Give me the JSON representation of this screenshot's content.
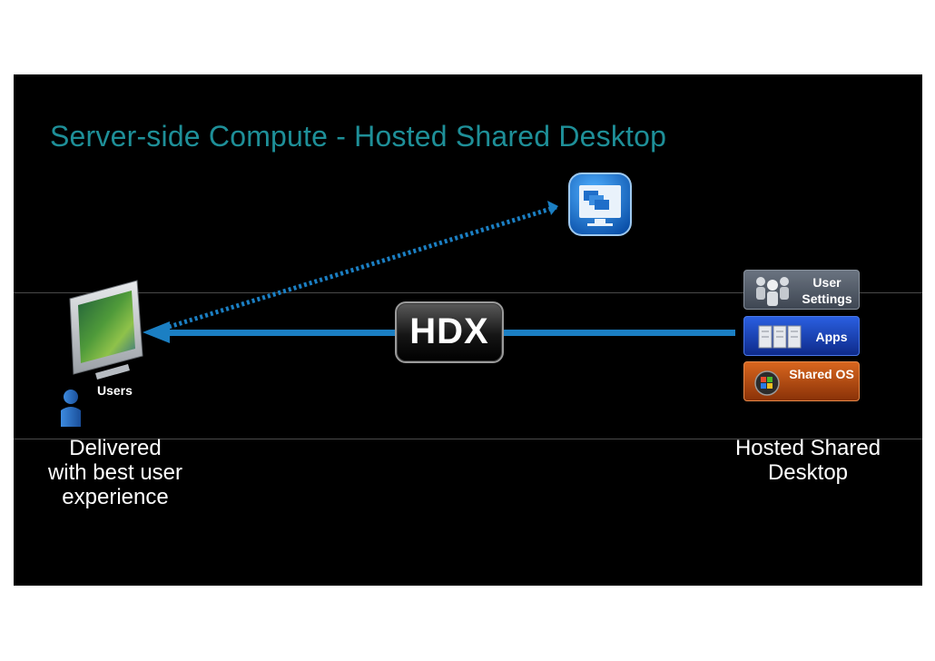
{
  "slide": {
    "title": "Server-side Compute - Hosted Shared Desktop",
    "colors": {
      "title": "#1e8f98",
      "arrow": "#1b7fc3",
      "background": "#000000"
    }
  },
  "diagram": {
    "hdx_label": "HDX",
    "users_label": "Users",
    "left_caption": [
      "Delivered",
      "with best user",
      "experience"
    ],
    "right_caption": [
      "Hosted Shared",
      "Desktop"
    ],
    "stack": [
      {
        "label": [
          "User",
          "Settings"
        ],
        "icon": "users-group-icon",
        "color": "#505866"
      },
      {
        "label": [
          "Apps"
        ],
        "icon": "app-servers-icon",
        "color": "#1a3fb0"
      },
      {
        "label": [
          "Shared OS"
        ],
        "icon": "windows-logo-icon",
        "color": "#b04a12"
      }
    ],
    "icons": [
      "desktop-monitor-icon",
      "shared-desktop-icon",
      "user-person-icon",
      "hdx-logo"
    ]
  }
}
